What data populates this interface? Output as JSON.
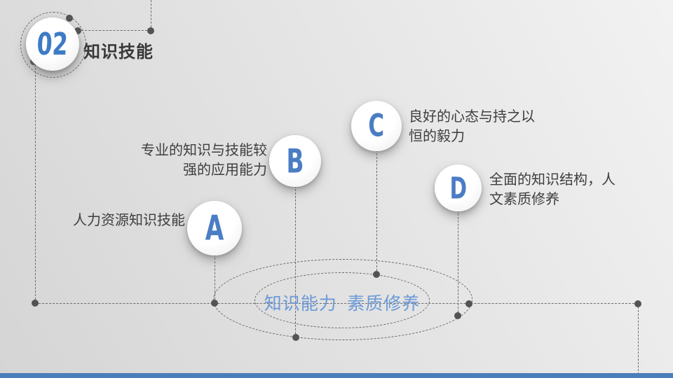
{
  "slide": {
    "section_number": "02",
    "title": "知识技能",
    "accent_color": "#3e7bc6",
    "letter_color": "#4a7dc4",
    "body_text_color": "#3e3e3e",
    "footer_color": "#4a7ebb"
  },
  "items": [
    {
      "letter": "A",
      "lines": [
        "人力资源知识技能"
      ]
    },
    {
      "letter": "B",
      "lines": [
        "专业的知识与技能较",
        "强的应用能力"
      ]
    },
    {
      "letter": "C",
      "lines": [
        "良好的心态与持之以",
        "恒的毅力"
      ]
    },
    {
      "letter": "D",
      "lines": [
        "全面的知识结构，人",
        "文素质修养"
      ]
    }
  ],
  "ellipse": {
    "label": "知识能力  素质修养"
  }
}
